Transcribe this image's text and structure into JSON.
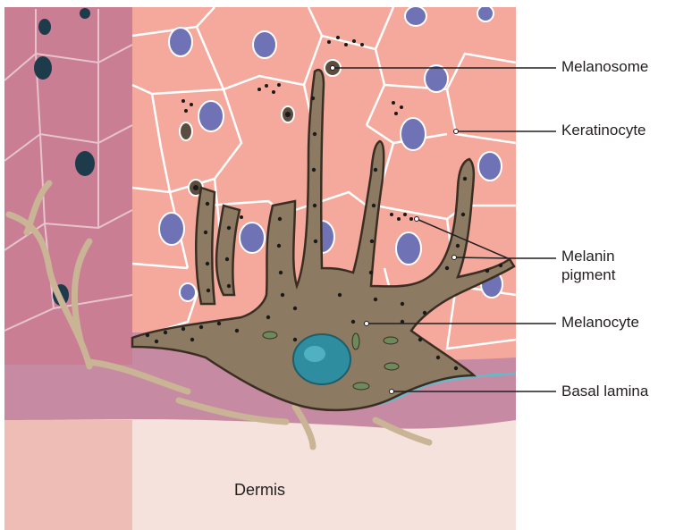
{
  "labels": {
    "melanosome": "Melanosome",
    "keratinocyte": "Keratinocyte",
    "melanin_line1": "Melanin",
    "melanin_line2": "pigment",
    "melanocyte": "Melanocyte",
    "basal_lamina": "Basal lamina",
    "dermis": "Dermis"
  },
  "colors": {
    "keratinocyte": "#f4a99c",
    "keratinocyte_left_layer": "#c97e94",
    "cell_membrane": "#ffffff",
    "nucleus": "#6f73b5",
    "melanocyte_body": "#8d7a62",
    "melanocyte_outline": "#3a2d22",
    "melanocyte_nucleus": "#2e8ea0",
    "melanin_granule": "#1a1a1a",
    "basal_lamina": "#6bb7c7",
    "basal_layer": "#c68ba2",
    "dermis": "#f6e2dc",
    "dermal_fiber": "#c9b495",
    "leader_line": "#231f20"
  }
}
